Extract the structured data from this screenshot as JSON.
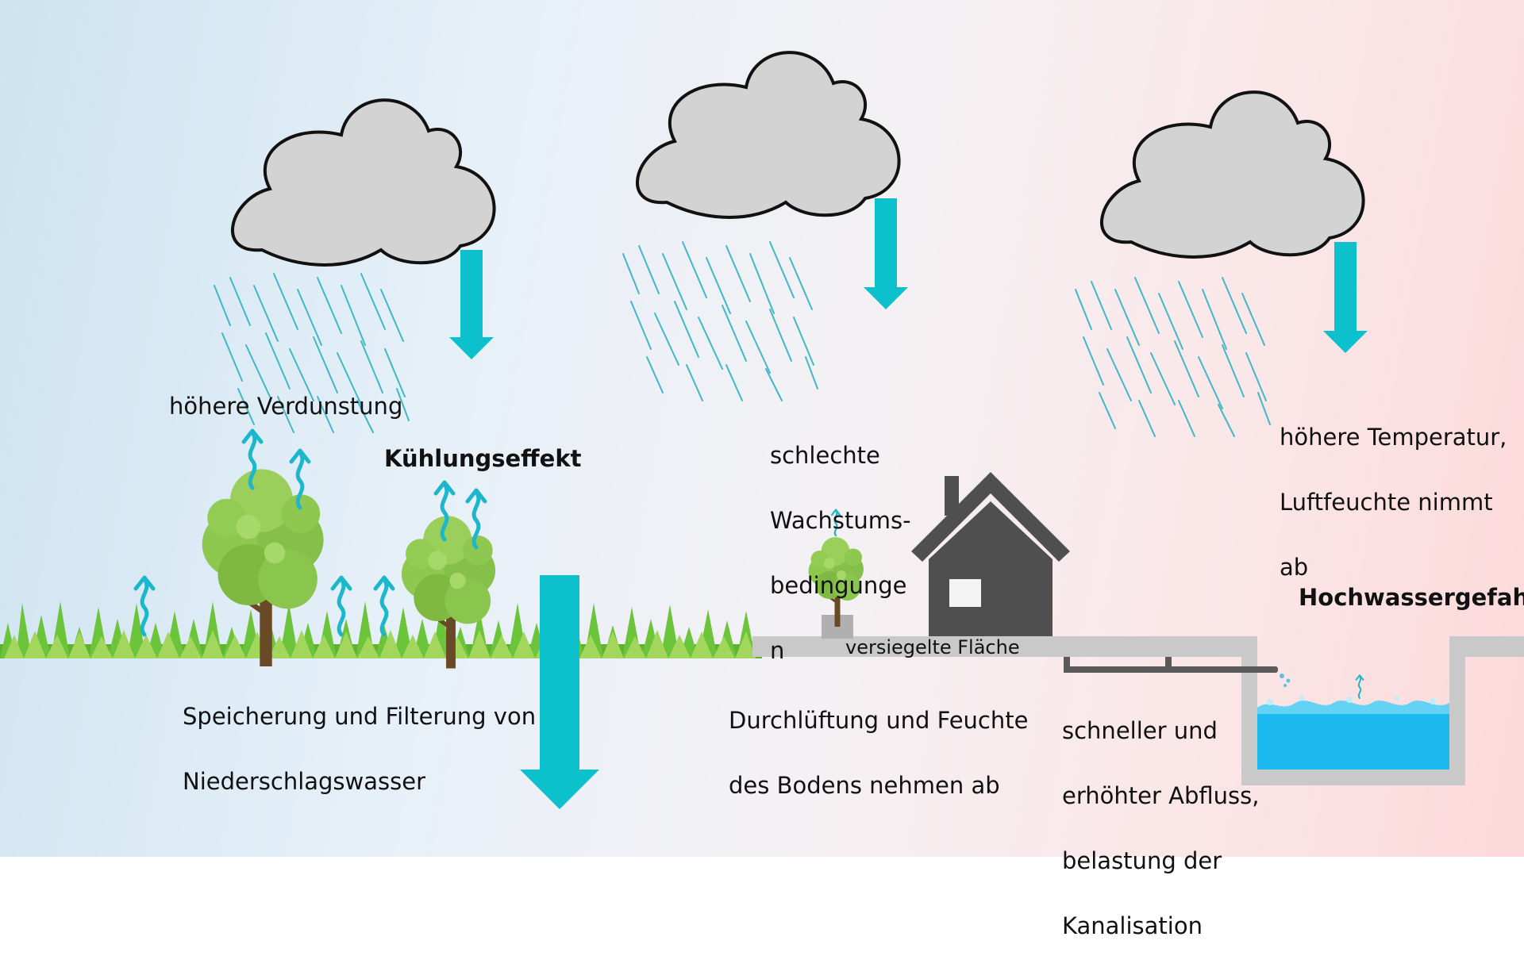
{
  "labels": {
    "evaporation": "höhere Verdunstung",
    "cooling": "Kühlungseffekt",
    "storage_line1": "Speicherung und Filterung von",
    "storage_line2": "Niederschlagswasser",
    "growth_line1": "schlechte",
    "growth_line2": "Wachstums-",
    "growth_line3": "bedingunge",
    "growth_line4": "n",
    "sealed": "versiegelte Fläche",
    "soil_line1": "Durchlüftung und Feuchte",
    "soil_line2": "des Bodens nehmen ab",
    "runoff_line1": "schneller und",
    "runoff_line2": "erhöhter Abfluss,",
    "runoff_line3": "belastung der",
    "runoff_line4": "Kanalisation",
    "temp_line1": "höhere Temperatur,",
    "temp_line2": "Luftfeuchte nimmt",
    "temp_line3": "ab",
    "flood": "Hochwassergefahr"
  },
  "colors": {
    "arrow": "#0cc0cc",
    "cloud_fill": "#d3d3d3",
    "rain": "#3fb8c9",
    "grass": "#6cc43a",
    "tree_canopy": "#8fc850",
    "tree_trunk": "#6a4a26",
    "house": "#4f4f4f",
    "sealed_surface": "#c9c9c9",
    "water": "#1bb9ee"
  }
}
